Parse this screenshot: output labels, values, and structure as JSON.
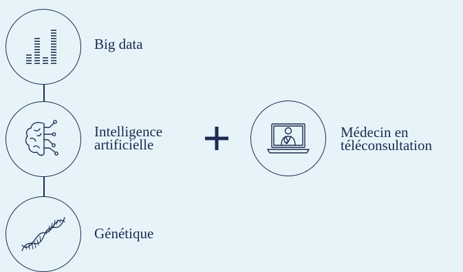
{
  "nodes": {
    "big_data": {
      "label": "Big data",
      "icon": "bar-chart-icon"
    },
    "ai": {
      "label_line1": "Intelligence",
      "label_line2": "artificielle",
      "icon": "brain-circuit-icon"
    },
    "genetics": {
      "label": "Génétique",
      "icon": "dna-icon"
    },
    "doctor": {
      "label_line1": "Médecin en",
      "label_line2": "téléconsultation",
      "icon": "doctor-laptop-icon"
    }
  },
  "operator": {
    "symbol": "+",
    "icon": "plus-icon"
  },
  "colors": {
    "background": "#e6f4fa",
    "ink": "#1b2a4e"
  }
}
